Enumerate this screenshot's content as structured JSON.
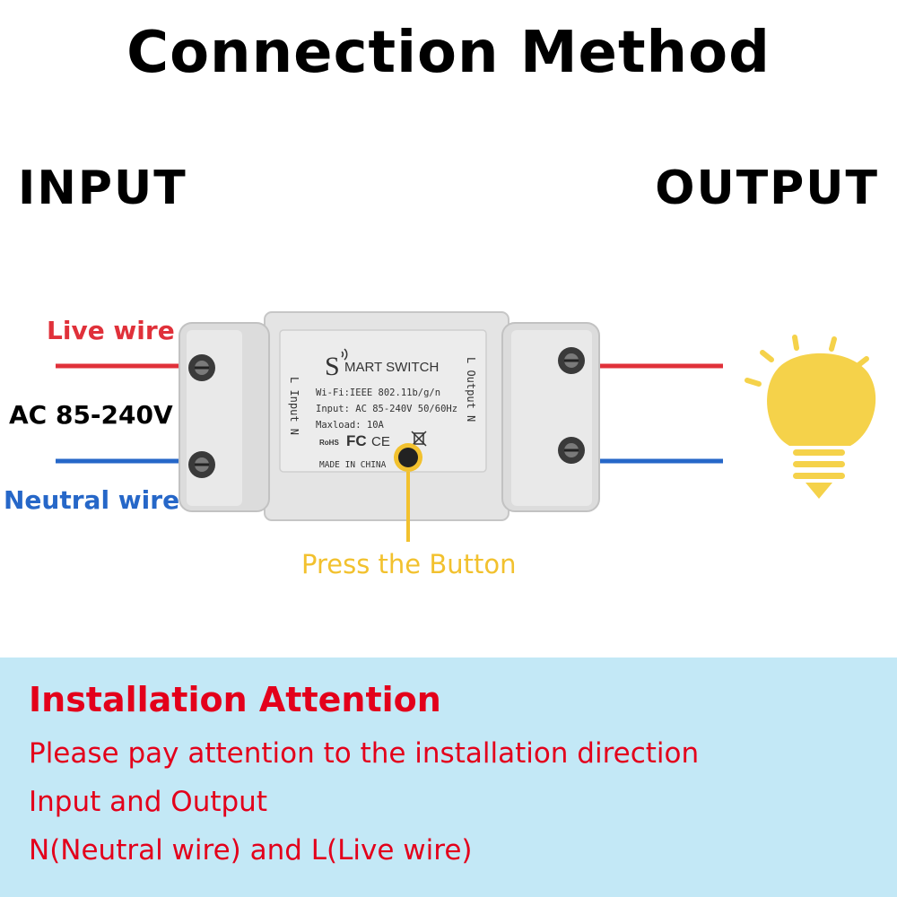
{
  "title": "Connection Method",
  "input_label": "INPUT",
  "output_label": "OUTPUT",
  "wires": {
    "live": "Live wire",
    "ac": "AC 85-240V",
    "neutral": "Neutral wire"
  },
  "switch": {
    "brand_s": "S",
    "brand": "MART SWITCH",
    "spec_wifi": "Wi-Fi:IEEE 802.11b/g/n",
    "spec_input": "Input: AC 85-240V 50/60Hz",
    "spec_load": "Maxload: 10A",
    "made_in": "MADE IN CHINA",
    "side_left": "L Input N",
    "side_right": "L Output N",
    "cert_fc": "FC",
    "cert_ce": "CE",
    "cert_rohs": "RoHS"
  },
  "press_label": "Press the Button",
  "colors": {
    "live": "#e0313a",
    "neutral": "#2667c8",
    "bulb": "#f5d24a",
    "panel": "#c3e8f6",
    "attention": "#e3001b"
  },
  "attention": {
    "title": "Installation Attention",
    "lines": [
      "Please pay attention to the installation direction",
      "Input and Output",
      "N(Neutral wire) and L(Live wire)"
    ]
  }
}
